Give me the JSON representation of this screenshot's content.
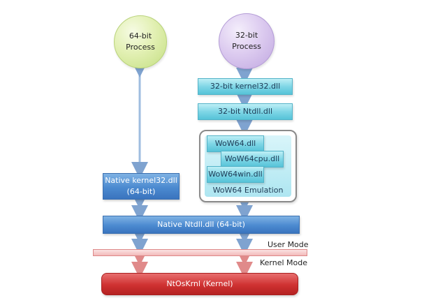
{
  "process_64": {
    "line1": "64-bit",
    "line2": "Process"
  },
  "process_32": {
    "line1": "32-bit",
    "line2": "Process"
  },
  "kernel32_32": "32-bit kernel32.dll",
  "ntdll_32": "32-bit Ntdll.dll",
  "wow64": {
    "dll": "WoW64.dll",
    "cpu": "WoW64cpu.dll",
    "win": "WoW64win.dll",
    "label": "WoW64 Emulation"
  },
  "kernel32_native": {
    "line1": "Native kernel32.dll",
    "line2": "(64-bit)"
  },
  "ntdll_native": "Native Ntdll.dll (64-bit)",
  "user_mode": "User Mode",
  "kernel_mode": "Kernel Mode",
  "ntoskrnl": "NtOsKrnl (Kernel)",
  "colors": {
    "process_64": "#d8ebA0",
    "process_32": "#d3c2ec",
    "cyan_box": "#7fd6e6",
    "blue_box": "#4b8ad0",
    "kernel_box": "#cf3131",
    "mode_bar": "#f6c9c9"
  }
}
